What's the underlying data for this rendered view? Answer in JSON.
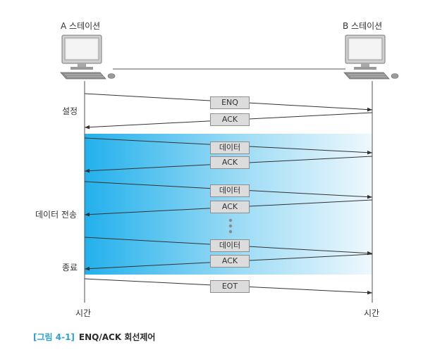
{
  "stations": {
    "a_label": "A 스테이션",
    "b_label": "B 스테이션"
  },
  "phases": {
    "setup": "설정",
    "transfer": "데이터 전송",
    "end": "종료"
  },
  "time_labels": {
    "a": "시간",
    "b": "시간"
  },
  "messages": [
    {
      "label": "ENQ",
      "direction": "a-to-b"
    },
    {
      "label": "ACK",
      "direction": "b-to-a"
    },
    {
      "label": "데이터",
      "direction": "a-to-b"
    },
    {
      "label": "ACK",
      "direction": "b-to-a"
    },
    {
      "label": "데이터",
      "direction": "a-to-b"
    },
    {
      "label": "ACK",
      "direction": "b-to-a"
    },
    {
      "label": "데이터",
      "direction": "a-to-b"
    },
    {
      "label": "ACK",
      "direction": "b-to-a"
    },
    {
      "label": "EOT",
      "direction": "a-to-b"
    }
  ],
  "caption": {
    "label": "[그림 4-1]",
    "title": "ENQ/ACK 회선제어"
  },
  "colors": {
    "transfer_gradient_start": "#22b0ec",
    "transfer_gradient_end": "#eef8fd",
    "message_box_fill": "#dcdcdc",
    "caption_label": "#2aa2d4"
  },
  "icons": {
    "station_a": "desktop-computer-icon",
    "station_b": "desktop-computer-icon"
  }
}
